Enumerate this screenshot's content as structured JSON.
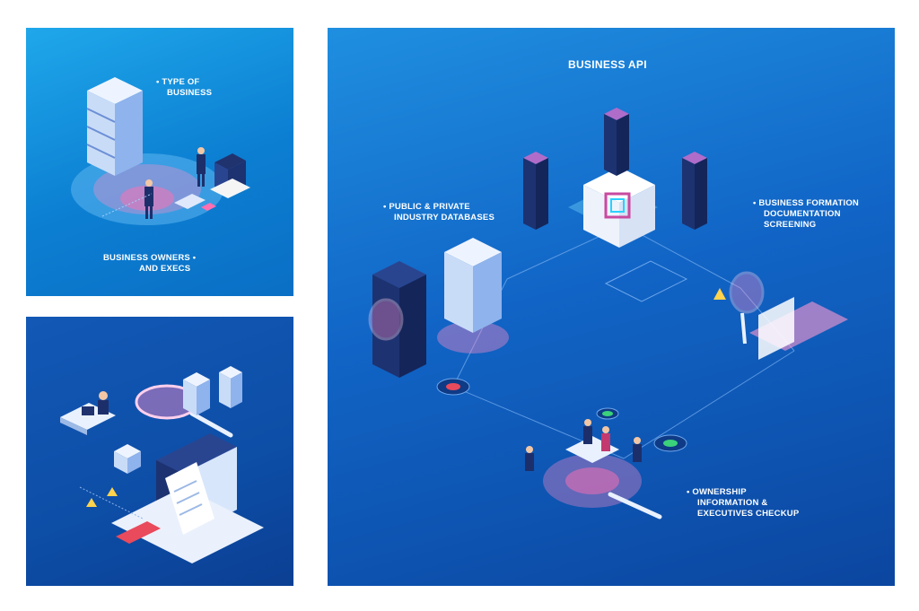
{
  "panels": {
    "business_type": {
      "label_type": "• TYPE OF",
      "label_type_2": "BUSINESS",
      "label_owners": "BUSINESS OWNERS •",
      "label_owners_2": "AND EXECS"
    },
    "api": {
      "title": "BUSINESS API",
      "label_databases": "• PUBLIC & PRIVATE",
      "label_databases_2": "INDUSTRY DATABASES",
      "label_formation": "• BUSINESS FORMATION",
      "label_formation_2": "DOCUMENTATION",
      "label_formation_3": "SCREENING",
      "label_ownership": "• OWNERSHIP",
      "label_ownership_2": "INFORMATION &",
      "label_ownership_3": "EXECUTIVES CHECKUP"
    }
  },
  "colors": {
    "panel1_bg": "#1a9ce6",
    "panel2_bg": "#0f4fa8",
    "panel3_bg": "#1468c8",
    "accent_pink": "#ff6fb1",
    "accent_cyan": "#7fe3ff"
  }
}
